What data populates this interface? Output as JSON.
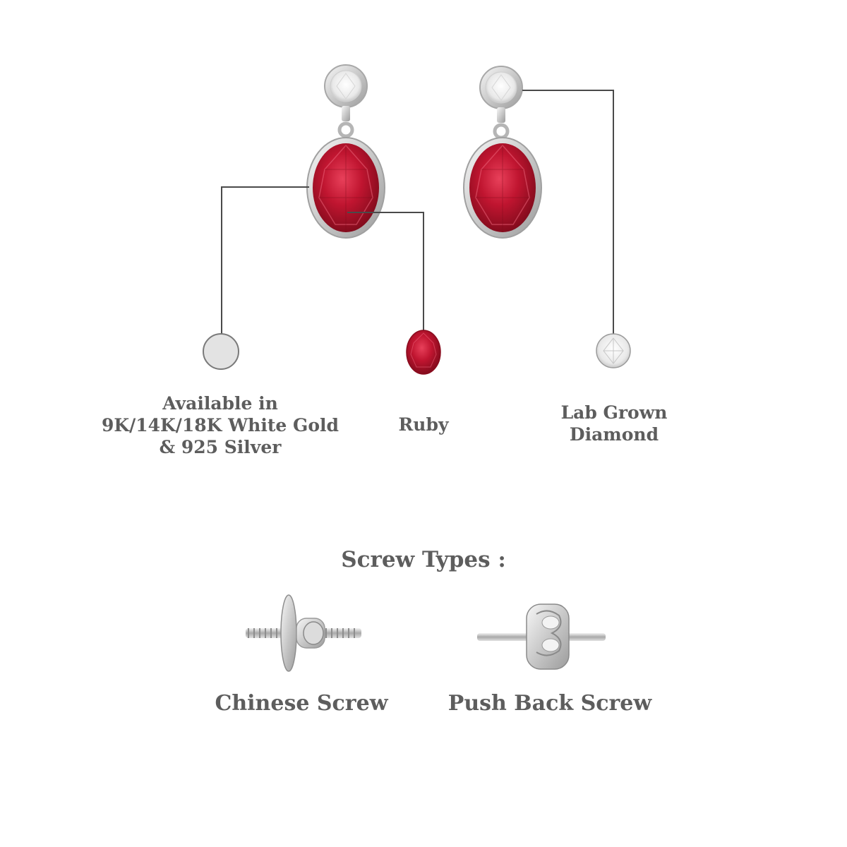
{
  "callouts": {
    "metal": [
      "Available in",
      "9K/14K/18K White Gold",
      "& 925 Silver"
    ],
    "gem": [
      "Ruby"
    ],
    "diamond": [
      "Lab Grown",
      "Diamond"
    ]
  },
  "screw_section": {
    "heading": "Screw Types :",
    "types": [
      "Chinese Screw",
      "Push Back Screw"
    ]
  },
  "colors": {
    "ruby": "#b0122a",
    "metal": "#d8d8d8",
    "leader_line": "#4a4a4a",
    "text": "#5d5d5d"
  }
}
